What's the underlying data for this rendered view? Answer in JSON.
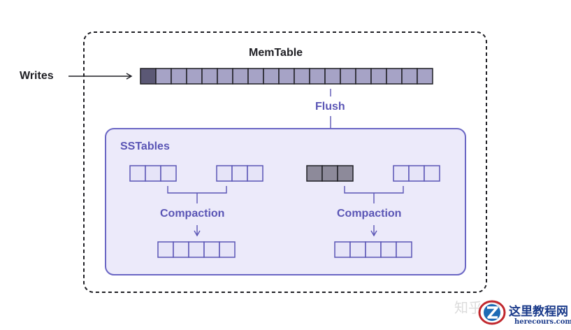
{
  "labels": {
    "writes": "Writes",
    "memtable": "MemTable",
    "flush": "Flush",
    "sstables": "SSTables",
    "compaction_left": "Compaction",
    "compaction_right": "Compaction"
  },
  "memtable": {
    "cells": 19,
    "filled_cells": 1
  },
  "sstable_groups": [
    {
      "inputs": [
        {
          "cells": 3,
          "style": "light"
        },
        {
          "cells": 3,
          "style": "light"
        }
      ],
      "output_cells": 5
    },
    {
      "inputs": [
        {
          "cells": 3,
          "style": "dark"
        },
        {
          "cells": 3,
          "style": "light"
        }
      ],
      "output_cells": 5
    }
  ],
  "colors": {
    "outline": "#1f1f24",
    "memtable_cell": "#a6a3c6",
    "memtable_filled": "#5b5875",
    "accent": "#5a55b5",
    "panel_fill": "#eceafa",
    "panel_border": "#6a66c4",
    "block_light": "#e6e4f8",
    "block_dark": "#8d8a9a"
  },
  "watermark": {
    "site_zh": "这里教程网",
    "site_en": "herecours.com",
    "faint_text": "知乎 @"
  }
}
